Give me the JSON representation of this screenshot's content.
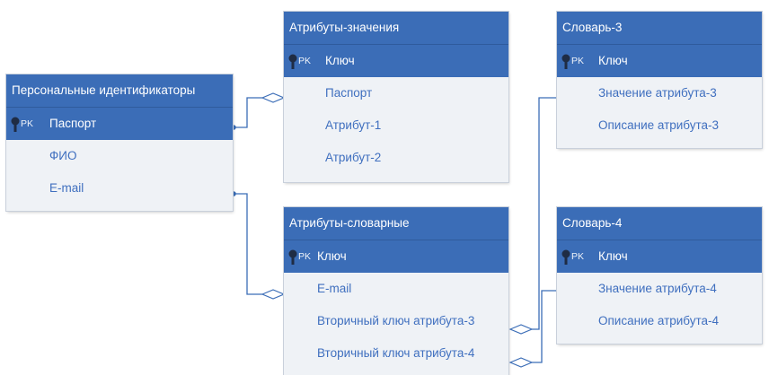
{
  "entities": {
    "personal": {
      "title": "Персональные идентификаторы",
      "pk_badge": "PK",
      "pk_field": "Паспорт",
      "fields": [
        "ФИО",
        "E-mail"
      ]
    },
    "attr_values": {
      "title": "Атрибуты-значения",
      "pk_badge": "PK",
      "pk_field": "Ключ",
      "fields": [
        "Паспорт",
        "Атрибут-1",
        "Атрибут-2"
      ]
    },
    "attr_dict": {
      "title": "Атрибуты-словарные",
      "pk_badge": "PK",
      "pk_field": "Ключ",
      "fields": [
        "E-mail",
        "Вторичный ключ атрибута-3",
        "Вторичный ключ атрибута-4"
      ]
    },
    "dict3": {
      "title": "Словарь-3",
      "pk_badge": "PK",
      "pk_field": "Ключ",
      "fields": [
        "Значение атрибута-3",
        "Описание атрибута-3"
      ]
    },
    "dict4": {
      "title": "Словарь-4",
      "pk_badge": "PK",
      "pk_field": "Ключ",
      "fields": [
        "Значение атрибута-4",
        "Описание атрибута-4"
      ]
    }
  },
  "colors": {
    "header": "#3b6db7",
    "body": "#eff2f6",
    "field_text": "#3f6fbf",
    "connector": "#3b6db7"
  },
  "icons": {
    "primary_key": "key-icon",
    "relation_end": "diamond-icon"
  }
}
